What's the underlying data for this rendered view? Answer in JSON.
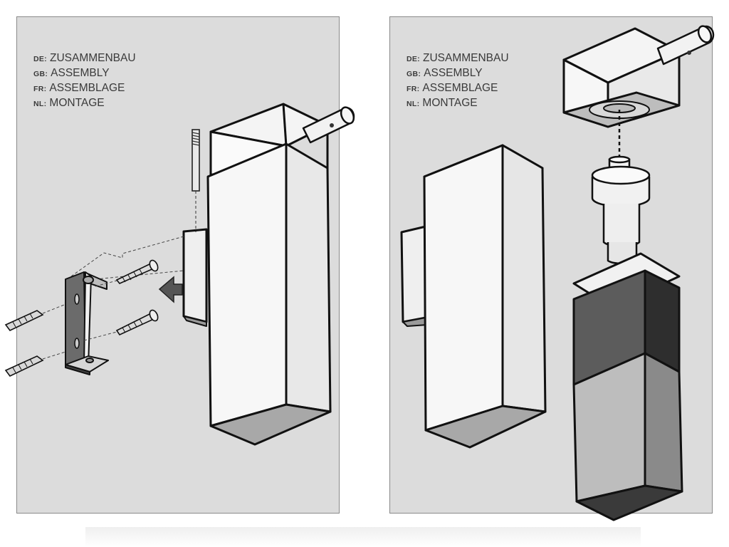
{
  "diagram": {
    "panels": [
      {
        "labels": [
          {
            "code": "DE:",
            "text": "ZUSAMMENBAU"
          },
          {
            "code": "GB:",
            "text": "ASSEMBLY"
          },
          {
            "code": "FR:",
            "text": "ASSEMBLAGE"
          },
          {
            "code": "NL:",
            "text": "MONTAGE"
          }
        ]
      },
      {
        "labels": [
          {
            "code": "DE:",
            "text": "ZUSAMMENBAU"
          },
          {
            "code": "GB:",
            "text": "ASSEMBLY"
          },
          {
            "code": "FR:",
            "text": "ASSEMBLAGE"
          },
          {
            "code": "NL:",
            "text": "MONTAGE"
          }
        ]
      }
    ],
    "colors": {
      "panel_bg": "#dcdcdc",
      "face_light": "#f7f7f7",
      "face_mid": "#e6e6e6",
      "face_dark": "#a8a8a8",
      "sleeve_front": "#5c5c5c",
      "sleeve_side": "#2e2e2e",
      "outline": "#111111"
    },
    "icons": [
      "wall-bracket-icon",
      "screw-icon",
      "wall-plug-icon",
      "threaded-rod-icon",
      "arrow-left-icon",
      "bulb-socket-icon"
    ]
  }
}
